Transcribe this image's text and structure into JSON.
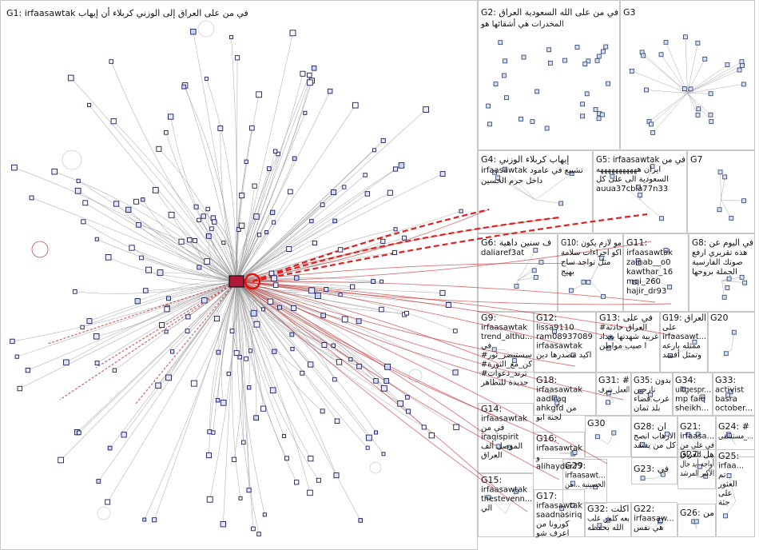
{
  "colors": {
    "edge_gray": "#9b9b9b",
    "edge_red": "#cc3a3a",
    "dash_red": "#e02020",
    "node_border": "#1a1a5e",
    "box_border": "#c8c8c8"
  },
  "groups": [
    {
      "id": "G1",
      "lines": [
        "G1: irfaasawtak في من على العراق إلى الوزني كربلاء أن إيهاب"
      ]
    },
    {
      "id": "G2",
      "lines": [
        "G2: في من على الله السعودية العراق",
        "المخدرات هي أشقائها هو"
      ]
    },
    {
      "id": "G3",
      "lines": [
        "G3"
      ]
    },
    {
      "id": "G4",
      "lines": [
        "G4: إيهاب كربلاء الوزني",
        "irfaasawtak تشييع في عامود",
        "داخل حرم الحسين"
      ]
    },
    {
      "id": "G5",
      "lines": [
        "G5: irfaasawtak في من",
        "ايران هههههههههههه",
        "السعودية الى على كل",
        "auua37cbia77n33"
      ]
    },
    {
      "id": "G7",
      "lines": [
        "G7"
      ]
    },
    {
      "id": "G6",
      "lines": [
        "G6: ف سنين داهية",
        "daliaref3at"
      ]
    },
    {
      "id": "G10",
      "lines": [
        "G10: مو لازم يكون",
        "اكو اجراءات سلامة",
        "مثل تواجد ساح",
        "بهيج"
      ]
    },
    {
      "id": "G11",
      "lines": [
        "G11:",
        "irfaasawtak",
        "zainab__o0",
        "kawthar_16",
        "mqi_260",
        "hajir_dr93"
      ]
    },
    {
      "id": "G8",
      "lines": [
        "G8: في اليوم عن",
        "هذه تقريري ارفع",
        "صوتك الفارسية",
        "الجملة بروحها"
      ]
    },
    {
      "id": "G9",
      "lines": [
        "G9:",
        "irfaasawtak",
        "trend_althu...",
        "في",
        "#سستنصر_ثور",
        "#كن_مع_الثورة",
        "#ترند_دعوات",
        "جديدة للتظاهر"
      ]
    },
    {
      "id": "G12",
      "lines": [
        "G12:",
        "lissa9110",
        "ram08937089",
        "irfaasawtak",
        "اكيد مصدرها دين"
      ]
    },
    {
      "id": "G13",
      "lines": [
        "G13: في على",
        "#العراق حادثة",
        "غريبة شهدتها بغداد",
        "ا صيب مواطن"
      ]
    },
    {
      "id": "G19",
      "lines": [
        "G19: العراق",
        "على",
        "irfaasawt...",
        "ممثله بارعه",
        "وتمثل أفسد"
      ]
    },
    {
      "id": "G20",
      "lines": [
        "G20"
      ]
    },
    {
      "id": "G18",
      "lines": [
        "G18:",
        "irfaasawtak",
        "aadiraq",
        "ahkgfd من",
        "لجنة ابو"
      ]
    },
    {
      "id": "G31",
      "lines": [
        "G31: #",
        "العمل_شرف"
      ]
    },
    {
      "id": "G35",
      "lines": [
        "G35: بدون",
        "نازحين",
        "غرب فضاء",
        "بلد ثمان"
      ]
    },
    {
      "id": "G34",
      "lines": [
        "G34:",
        "uitgespr...",
        "mp faiq",
        "sheikh..."
      ]
    },
    {
      "id": "G33",
      "lines": [
        "G33:",
        "activist",
        "basra",
        "october..."
      ]
    },
    {
      "id": "G14",
      "lines": [
        "G14:",
        "irfaasawtak",
        "في من",
        "iraqispirit",
        "الموصل ألف",
        "العراق"
      ]
    },
    {
      "id": "G30",
      "lines": [
        "G30"
      ]
    },
    {
      "id": "G28",
      "lines": [
        "G28: ان",
        "الارهاب انصح",
        "كل من يفتقد"
      ]
    },
    {
      "id": "G21",
      "lines": [
        "G21:",
        "irfaasa...",
        "في على من",
        "العراق"
      ]
    },
    {
      "id": "G24",
      "lines": [
        "G24: #",
        "مستشفى_..."
      ]
    },
    {
      "id": "G16",
      "lines": [
        "G16:",
        "irfaasawtak",
        "و",
        "alihayder77"
      ]
    },
    {
      "id": "G29",
      "lines": [
        "G29:",
        "irfaasawt...",
        "الحسينية ...من"
      ]
    },
    {
      "id": "G23",
      "lines": [
        "G23: في"
      ]
    },
    {
      "id": "G27",
      "lines": [
        "G27: هل",
        "أواجه أيد جال",
        "الأكبر المرشد"
      ]
    },
    {
      "id": "G25",
      "lines": [
        "G25:",
        "irfaa...",
        "تم",
        "العثور",
        "على",
        "جثة"
      ]
    },
    {
      "id": "G15",
      "lines": [
        "G15:",
        "irfaasawtak",
        "thestevenn...",
        "الي"
      ]
    },
    {
      "id": "G17",
      "lines": [
        "G17:",
        "irfaasawtak",
        "saadnasiriq",
        "كورونا من",
        "اعرف شو"
      ]
    },
    {
      "id": "G32",
      "lines": [
        "G32: اكلت",
        "بعه كلش علب",
        "الله بحفظه"
      ]
    },
    {
      "id": "G22",
      "lines": [
        "G22:",
        "irfaasaw...",
        "هي نفس"
      ]
    },
    {
      "id": "G26",
      "lines": [
        "G26: من"
      ]
    }
  ]
}
